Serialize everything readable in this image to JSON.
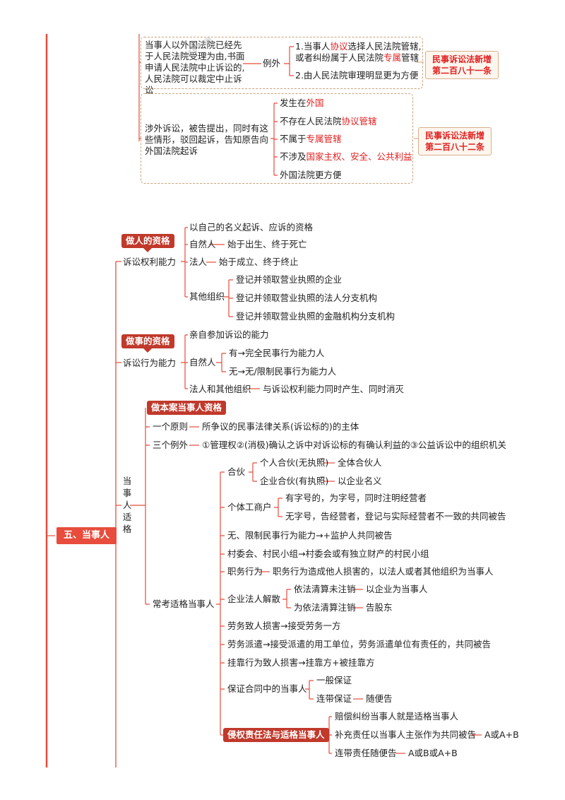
{
  "root": "五、当事人",
  "top_section": {
    "box1_text": "当事人以外国法院已经先于人民法院受理为由,书面申请人民法院中止诉讼的, 人民法院可以裁定中止诉讼",
    "box1_branch": "例外",
    "box1_item1_a": "1.当事人",
    "box1_item1_hl1": "协议",
    "box1_item1_b": "选择人民法院管辖,",
    "box1_item1_c": "或者纠纷属于人民法院",
    "box1_item1_hl2": "专属",
    "box1_item1_d": "管辖",
    "box1_item2": "2.由人民法院审理明显更为方便",
    "law1_line1": "民事诉讼法新增",
    "law1_line2": "第二百八十一条",
    "box2_text": "涉外诉讼，被告提出，同时有这些情形，驳回起诉，告知原告向外国法院起诉",
    "box2_i1_a": "发生在",
    "box2_i1_hl": "外国",
    "box2_i2_a": "不存在人民法院",
    "box2_i2_hl": "协议管辖",
    "box2_i3_a": "不属于",
    "box2_i3_hl": "专属管辖",
    "box2_i4_a": "不涉及",
    "box2_i4_hl": "国家主权、安全、公共利益",
    "box2_i5": "外国法院更方便",
    "law2_line1": "民事诉讼法新增",
    "law2_line2": "第二百八十二条",
    "watermark": "法考学习网"
  },
  "capacity": {
    "tag": "做人的资格",
    "label": "诉讼权利能力",
    "i1": "以自己的名义起诉、应诉的资格",
    "natural": "自然人",
    "natural_v": "始于出生、终于死亡",
    "legal": "法人",
    "legal_v": "始于成立、终于终止",
    "other": "其他组织",
    "other_1": "登记并领取营业执照的企业",
    "other_2": "登记并领取营业执照的法人分支机构",
    "other_3": "登记并领取营业执照的金融机构分支机构"
  },
  "act": {
    "tag": "做事的资格",
    "label": "诉讼行为能力",
    "i1": "亲自参加诉讼的能力",
    "natural": "自然人",
    "n1": "有→完全民事行为能力人",
    "n2": "无→无/限制民事行为能力人",
    "legal_other": "法人和其他组织",
    "legal_other_v": "与诉讼权利能力同时产生、同时消灭"
  },
  "proper": {
    "label": "当事人适格",
    "tag": "做本案当事人资格",
    "principle": "一个原则",
    "principle_v": "所争议的民事法律关系(诉讼标的)的主体",
    "exceptions": "三个例外",
    "exceptions_v": "①管理权②(消极)确认之诉中对诉讼标的有确认利益的③公益诉讼中的组织机关",
    "common": "常考适格当事人",
    "partnership": "合伙",
    "p1": "个人合伙(无执照)",
    "p1_v": "全体合伙人",
    "p2": "企业合伙(有执照)",
    "p2_v": "以企业名义",
    "individual": "个体工商户",
    "ind1": "有字号的，为字号，同时注明经营者",
    "ind2": "无字号，告经营者，登记与实际经营者不一致的共同被告",
    "incap": "无、限制民事行为能力→+监护人共同被告",
    "village": "村委会、村民小组→村委会或有独立财产的村民小组",
    "duty": "职务行为",
    "duty_v": "职务行为造成他人损害的，以法人或者其他组织为当事人",
    "dissolve": "企业法人解散",
    "dis1": "依法清算未注销",
    "dis1_v": "以企业为当事人",
    "dis2": "为依法清算注销",
    "dis2_v": "告股东",
    "labor": "劳务致人损害→接受劳务一方",
    "dispatch": "劳务派遣→接受派遣的用工单位，劳务派遣单位有责任的，共同被告",
    "affiliate": "挂靠行为致人损害→挂靠方+被挂靠方",
    "guarantee": "保证合同中的当事人",
    "g1": "一般保证",
    "g2": "连带保证",
    "g2_v": "随便告",
    "tort_tag": "侵权责任法与适格当事人",
    "tort1": "赔偿纠纷当事人就是适格当事人",
    "tort2": "补充责任以当事人主张作为共同被告",
    "tort2_v": "A或A+B",
    "tort3": "连带责任随便告",
    "tort3_v": "A或B或A+B"
  },
  "colors": {
    "root": "#e74c3c",
    "tag": "#c0392b",
    "line": "#e74c3c",
    "highlight": "#e02020",
    "dashed": "#c9a27a"
  }
}
